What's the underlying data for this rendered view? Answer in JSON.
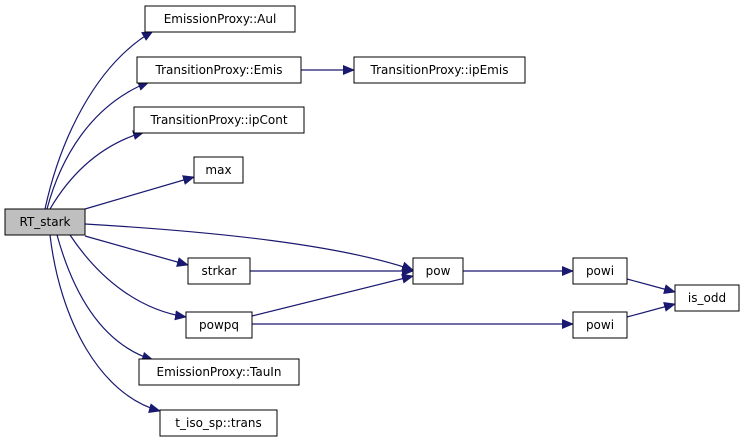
{
  "diagram": {
    "colors": {
      "background": "#ffffff",
      "node_fill": "#ffffff",
      "root_fill": "#bfbfbf",
      "node_stroke": "#000000",
      "edge": "#191970"
    },
    "nodes": [
      {
        "id": "rt_stark",
        "label": "RT_stark",
        "root": true
      },
      {
        "id": "aul",
        "label": "EmissionProxy::Aul"
      },
      {
        "id": "emis",
        "label": "TransitionProxy::Emis"
      },
      {
        "id": "ipemis",
        "label": "TransitionProxy::ipEmis"
      },
      {
        "id": "ipcont",
        "label": "TransitionProxy::ipCont"
      },
      {
        "id": "max",
        "label": "max"
      },
      {
        "id": "strkar",
        "label": "strkar"
      },
      {
        "id": "pow",
        "label": "pow"
      },
      {
        "id": "powi1",
        "label": "powi"
      },
      {
        "id": "is_odd",
        "label": "is_odd"
      },
      {
        "id": "powpq",
        "label": "powpq"
      },
      {
        "id": "powi2",
        "label": "powi"
      },
      {
        "id": "tauin",
        "label": "EmissionProxy::TauIn"
      },
      {
        "id": "trans",
        "label": "t_iso_sp::trans"
      }
    ],
    "edges": [
      {
        "from": "rt_stark",
        "to": "aul"
      },
      {
        "from": "rt_stark",
        "to": "emis"
      },
      {
        "from": "emis",
        "to": "ipemis"
      },
      {
        "from": "rt_stark",
        "to": "ipcont"
      },
      {
        "from": "rt_stark",
        "to": "max"
      },
      {
        "from": "rt_stark",
        "to": "pow"
      },
      {
        "from": "rt_stark",
        "to": "strkar"
      },
      {
        "from": "strkar",
        "to": "pow"
      },
      {
        "from": "pow",
        "to": "powi1"
      },
      {
        "from": "powi1",
        "to": "is_odd"
      },
      {
        "from": "rt_stark",
        "to": "powpq"
      },
      {
        "from": "powpq",
        "to": "pow"
      },
      {
        "from": "powpq",
        "to": "powi2"
      },
      {
        "from": "powi2",
        "to": "is_odd"
      },
      {
        "from": "rt_stark",
        "to": "tauin"
      },
      {
        "from": "rt_stark",
        "to": "trans"
      }
    ]
  }
}
